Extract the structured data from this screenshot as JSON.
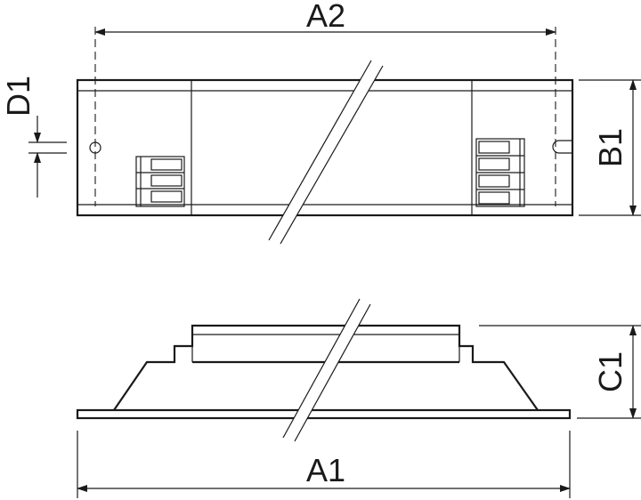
{
  "dimensions": {
    "a1": "A1",
    "a2": "A2",
    "b1": "B1",
    "c1": "C1",
    "d1": "D1"
  },
  "colors": {
    "line": "#1a1a1a",
    "background": "#ffffff"
  }
}
